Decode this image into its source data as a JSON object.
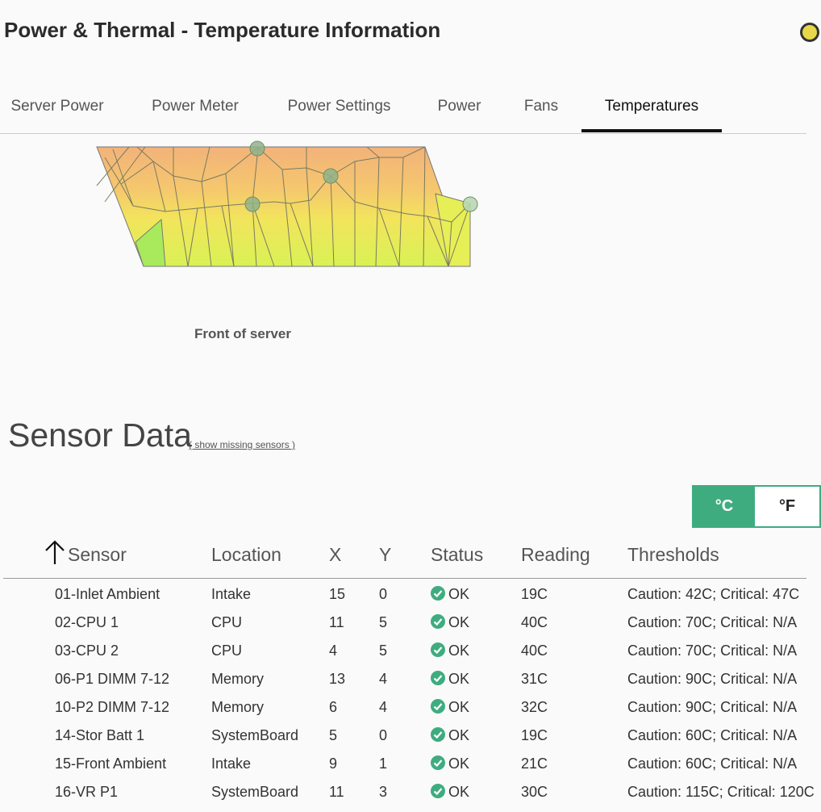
{
  "page": {
    "title": "Power & Thermal - Temperature Information"
  },
  "tabs": [
    {
      "label": "Server Power"
    },
    {
      "label": "Power Meter"
    },
    {
      "label": "Power Settings"
    },
    {
      "label": "Power"
    },
    {
      "label": "Fans"
    },
    {
      "label": "Temperatures",
      "active": true
    }
  ],
  "heatmap": {
    "label": "Front of server"
  },
  "sensors": {
    "heading": "Sensor Data",
    "missing_link": "( show missing sensors )",
    "unit_toggle": {
      "celsius": "°C",
      "fahrenheit": "°F",
      "selected": "celsius"
    },
    "columns": [
      "Sensor",
      "Location",
      "X",
      "Y",
      "Status",
      "Reading",
      "Thresholds"
    ],
    "sort": {
      "column": "Sensor",
      "direction": "ascending"
    },
    "rows": [
      {
        "sensor": "01-Inlet Ambient",
        "location": "Intake",
        "x": "15",
        "y": "0",
        "status": "OK",
        "reading": "19C",
        "thresholds": "Caution: 42C; Critical: 47C"
      },
      {
        "sensor": "02-CPU 1",
        "location": "CPU",
        "x": "11",
        "y": "5",
        "status": "OK",
        "reading": "40C",
        "thresholds": "Caution: 70C; Critical: N/A"
      },
      {
        "sensor": "03-CPU 2",
        "location": "CPU",
        "x": "4",
        "y": "5",
        "status": "OK",
        "reading": "40C",
        "thresholds": "Caution: 70C; Critical: N/A"
      },
      {
        "sensor": "06-P1 DIMM 7-12",
        "location": "Memory",
        "x": "13",
        "y": "4",
        "status": "OK",
        "reading": "31C",
        "thresholds": "Caution: 90C; Critical: N/A"
      },
      {
        "sensor": "10-P2 DIMM 7-12",
        "location": "Memory",
        "x": "6",
        "y": "4",
        "status": "OK",
        "reading": "32C",
        "thresholds": "Caution: 90C; Critical: N/A"
      },
      {
        "sensor": "14-Stor Batt 1",
        "location": "SystemBoard",
        "x": "5",
        "y": "0",
        "status": "OK",
        "reading": "19C",
        "thresholds": "Caution: 60C; Critical: N/A"
      },
      {
        "sensor": "15-Front Ambient",
        "location": "Intake",
        "x": "9",
        "y": "1",
        "status": "OK",
        "reading": "21C",
        "thresholds": "Caution: 60C; Critical: N/A"
      },
      {
        "sensor": "16-VR P1",
        "location": "SystemBoard",
        "x": "11",
        "y": "3",
        "status": "OK",
        "reading": "30C",
        "thresholds": "Caution: 115C; Critical: 120C"
      }
    ]
  },
  "colors": {
    "accent": "#3fac80",
    "status_ok": "#3fac80"
  }
}
